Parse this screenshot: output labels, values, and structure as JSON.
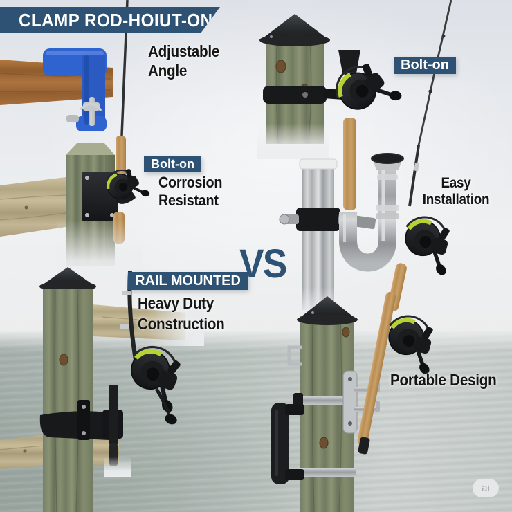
{
  "header": {
    "title_badge": "CLAMP ROD-HOIUT-ON"
  },
  "comparison": {
    "vs": "VS"
  },
  "left_side": {
    "adjustable": {
      "line1": "Adjustable",
      "line2": "Angle"
    },
    "bolt_on_badge": "Bolt-on",
    "corrosion": {
      "line1": "Corrosion",
      "line2": "Resistant"
    },
    "rail_mounted_badge": "RAIL MOUNTED",
    "heavy_duty": {
      "line1": "Heavy Duty",
      "line2": "Construction"
    }
  },
  "right_side": {
    "bolt_on_badge": "Bolt-on",
    "easy": {
      "line1": "Easy",
      "line2": "Installation"
    },
    "portable": "Portable Design"
  },
  "watermark": "ai",
  "colors": {
    "badge_background": "#2e5273",
    "badge_text": "#ffffff",
    "label_text": "#151515",
    "vs_text": "#2e5273",
    "clamp_blue": "#2f63cf",
    "fishing_line_green": "#b5d434",
    "sky": "#e9ebee",
    "sea": "#b3bcb8",
    "post_wood_green": "#7b8265",
    "rail_wood_tan": "#bfb392",
    "beam_wood_brown": "#a9713f",
    "metal_silver": "#b9bdbf",
    "hardware_black": "#17191b",
    "cork": "#c49a62",
    "watermark_background": "#e8eaea",
    "watermark_text": "#9fa6ab"
  }
}
